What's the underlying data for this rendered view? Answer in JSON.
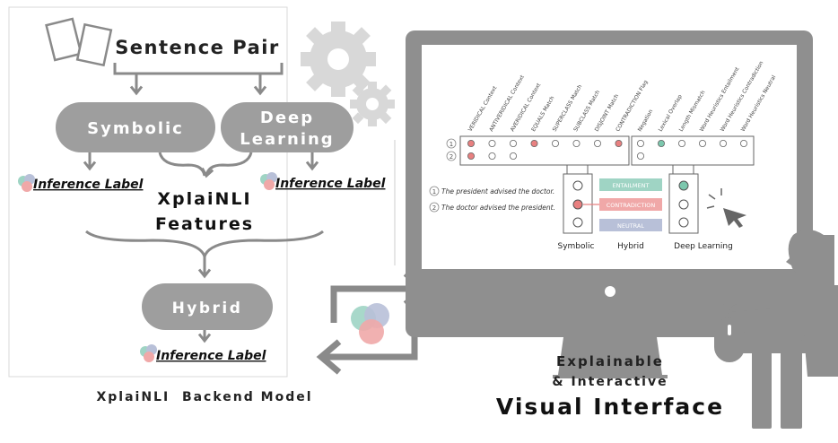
{
  "backend": {
    "sentence_pair": "Sentence Pair",
    "symbolic": "Symbolic",
    "deep_line1": "Deep",
    "deep_line2": "Learning",
    "inference_label": "Inference Label",
    "features_line1": "XplaiNLI",
    "features_line2": "Features",
    "hybrid": "Hybrid",
    "caption": "XplaiNLI  Backend Model"
  },
  "interface": {
    "symbolic_features": [
      "VERIDICAL Context",
      "ANTIVERIDICAL Context",
      "AVERIDICAL Context",
      "EQUALS Match",
      "SUPERCLASS Match",
      "SUBCLASS Match",
      "DISJOINT Match",
      "CONTRADICTION Flag"
    ],
    "deep_features": [
      "Negation",
      "Lexical Overlap",
      "Length Mismatch",
      "Word Heuristics Entailment",
      "Word Heuristics Contradiction",
      "Word Heuristics Neutral"
    ],
    "row_labels": [
      "1",
      "2"
    ],
    "sentences": [
      {
        "num": "1",
        "text": "The president advised the doctor."
      },
      {
        "num": "2",
        "text": "The doctor advised the president."
      }
    ],
    "labels": [
      "ENTAILMENT",
      "CONTRADICTION",
      "NEUTRAL"
    ],
    "column_labels": {
      "symbolic": "Symbolic",
      "hybrid": "Hybrid",
      "deep": "Deep Learning"
    },
    "title_line1": "Explainable",
    "title_line2": "& Interactive",
    "title_line3": "Visual Interface"
  },
  "colors": {
    "node": "#9e9e9e",
    "gray": "#8a8a8a",
    "entailment": "#9fd4c4",
    "contradiction": "#f0a8a8",
    "neutral": "#b8c0d8",
    "active_red": "#e88080",
    "active_green": "#7cc7ad"
  }
}
